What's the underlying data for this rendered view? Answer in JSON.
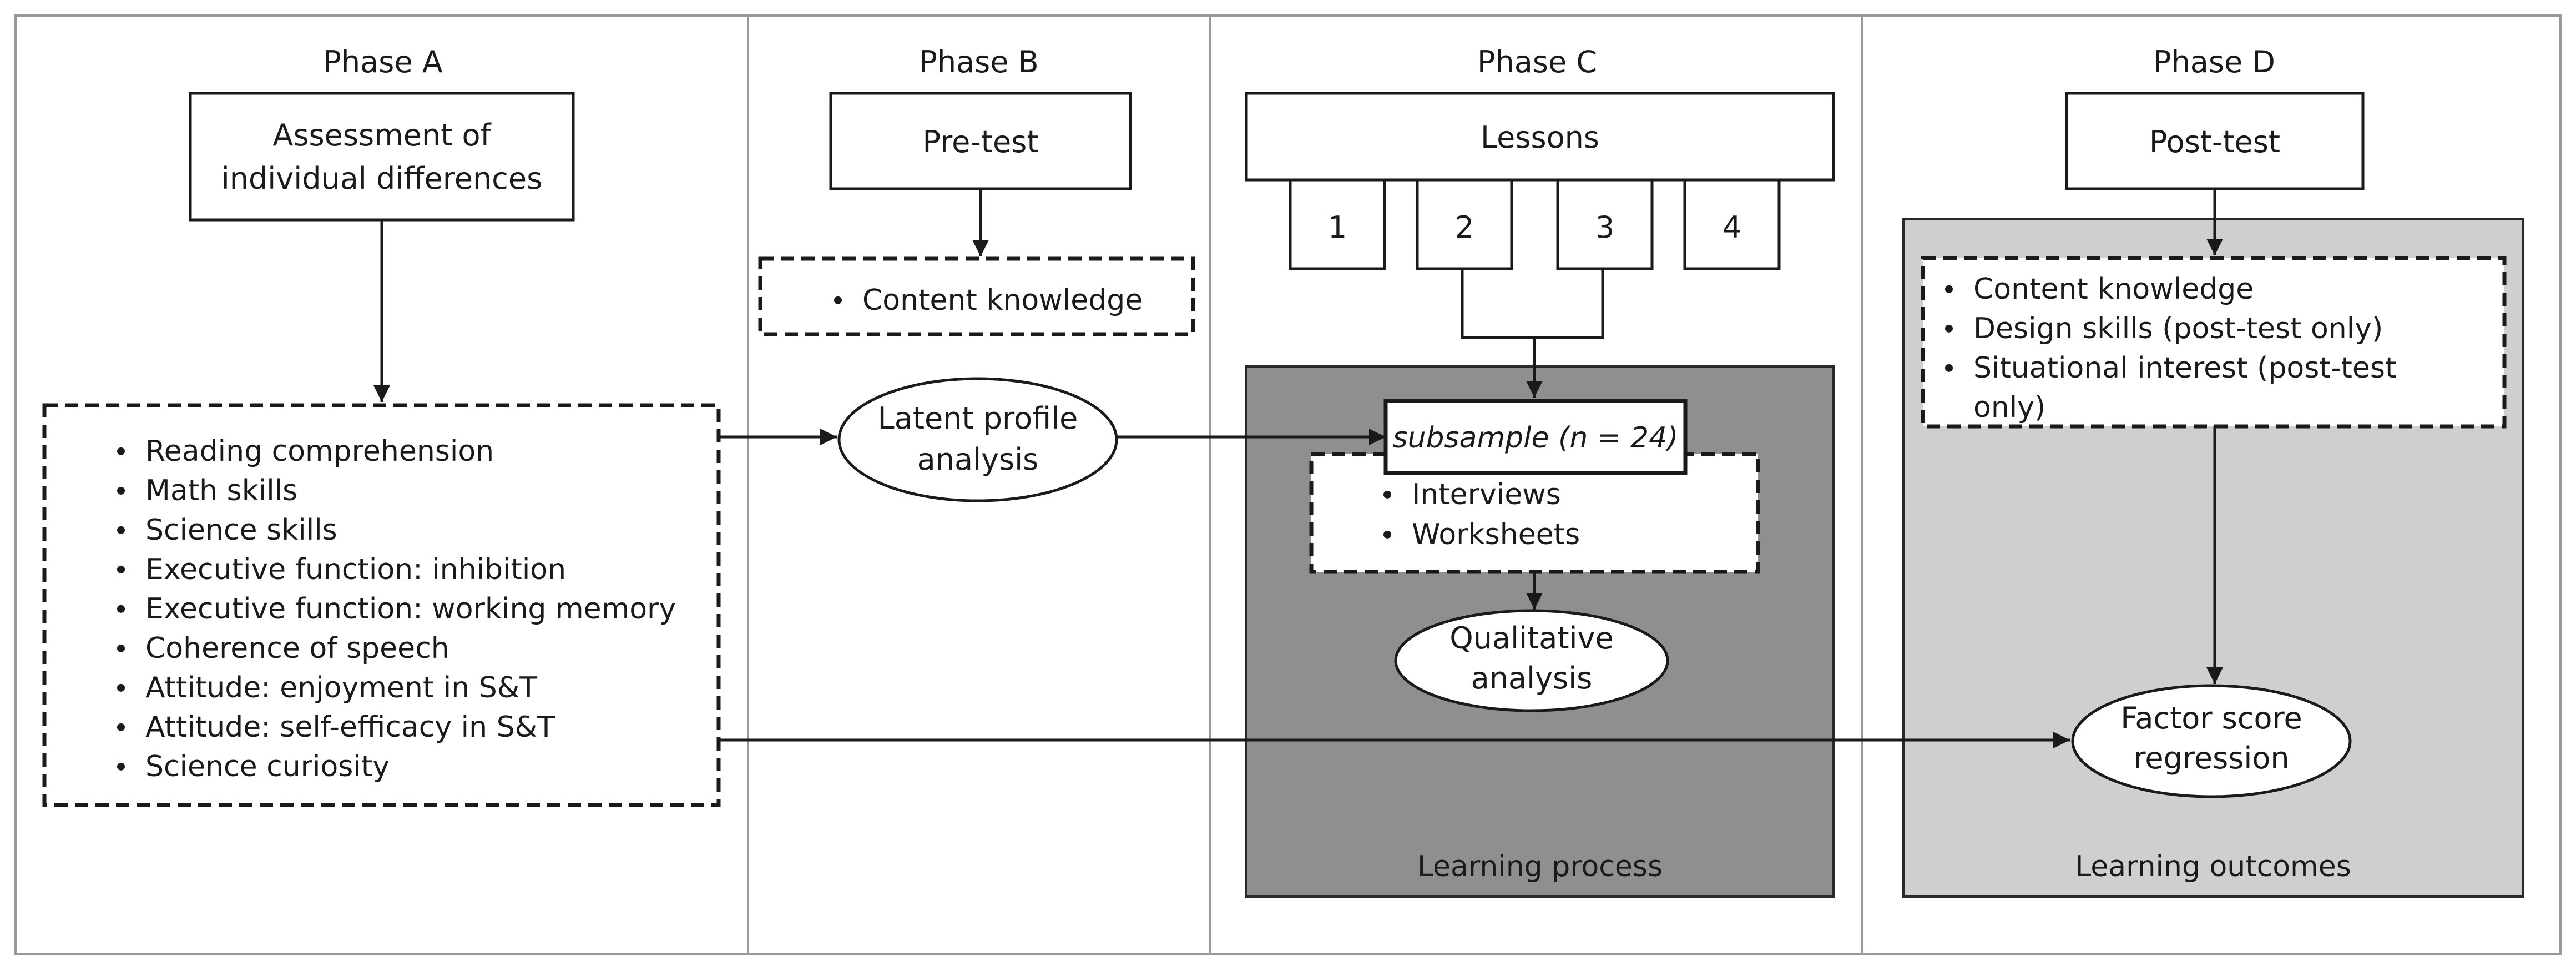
{
  "phases": [
    {
      "title": "Phase A"
    },
    {
      "title": "Phase B"
    },
    {
      "title": "Phase C"
    },
    {
      "title": "Phase D"
    }
  ],
  "phase_a": {
    "assessment_line1": "Assessment of",
    "assessment_line2": "individual differences",
    "measures": [
      "Reading comprehension",
      "Math skills",
      "Science skills",
      "Executive function: inhibition",
      "Executive function: working memory",
      "Coherence of speech",
      "Attitude: enjoyment in S&T",
      "Attitude: self-efficacy in S&T",
      "Science curiosity"
    ]
  },
  "phase_b": {
    "pretest": "Pre-test",
    "measures": [
      "Content knowledge"
    ],
    "lpa_line1": "Latent profile",
    "lpa_line2": "analysis"
  },
  "phase_c": {
    "lessons": "Lessons",
    "lesson_numbers": [
      "1",
      "2",
      "3",
      "4"
    ],
    "subsample": "subsample (n = 24)",
    "measures": [
      "Interviews",
      "Worksheets"
    ],
    "qual_line1": "Qualitative",
    "qual_line2": "analysis",
    "area_label": "Learning process"
  },
  "phase_d": {
    "posttest": "Post-test",
    "measures": [
      [
        "Content knowledge"
      ],
      [
        "Design skills (post-test only)"
      ],
      [
        "Situational interest (post-test",
        "only)"
      ]
    ],
    "fsr_line1": "Factor score",
    "fsr_line2": "regression",
    "area_label": "Learning outcomes"
  },
  "colors": {
    "process_bg": "#8f8f8f",
    "outcomes_bg": "#cfcfcf",
    "line": "#1a1a1a",
    "frame": "#9a9a9a"
  }
}
